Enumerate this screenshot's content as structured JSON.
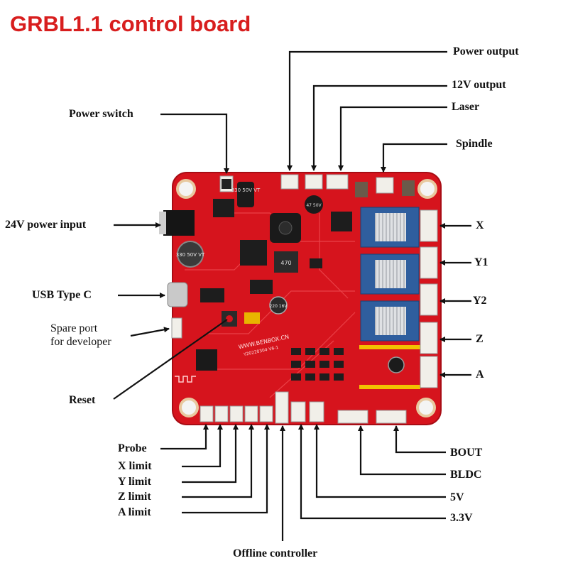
{
  "title": "GRBL1.1 control board",
  "labels": {
    "power_output": "Power output",
    "v12_output": "12V output",
    "laser": "Laser",
    "spindle": "Spindle",
    "power_switch": "Power switch",
    "power_input_24v": "24V power input",
    "usb_type_c": "USB Type C",
    "spare_port_line1": "Spare port",
    "spare_port_line2": "for developer",
    "reset": "Reset",
    "x": "X",
    "y1": "Y1",
    "y2": "Y2",
    "z": "Z",
    "a": "A",
    "probe": "Probe",
    "x_limit": "X limit",
    "y_limit": "Y limit",
    "z_limit": "Z limit",
    "a_limit": "A limit",
    "bout": "BOUT",
    "bldc": "BLDC",
    "v5": "5V",
    "v33": "3.3V",
    "offline_controller": "Offline controller"
  },
  "board": {
    "website": "WWW.BENBOX.CN",
    "version": "Y20220304 V6-1",
    "cap_330_top": "330 50V VT",
    "cap_330_left": "330 50V VT",
    "cap_47": "47 50V",
    "inductor": "470",
    "cap_220": "220 16V"
  },
  "colors": {
    "title": "#d81e1e",
    "board": "#d6141d",
    "board_edge": "#a80c14",
    "driver_blue": "#2f5e9e",
    "heatsink": "#d7d9dc",
    "connector": "#f1efe9",
    "header_yellow": "#f2c200",
    "line": "#111111"
  }
}
